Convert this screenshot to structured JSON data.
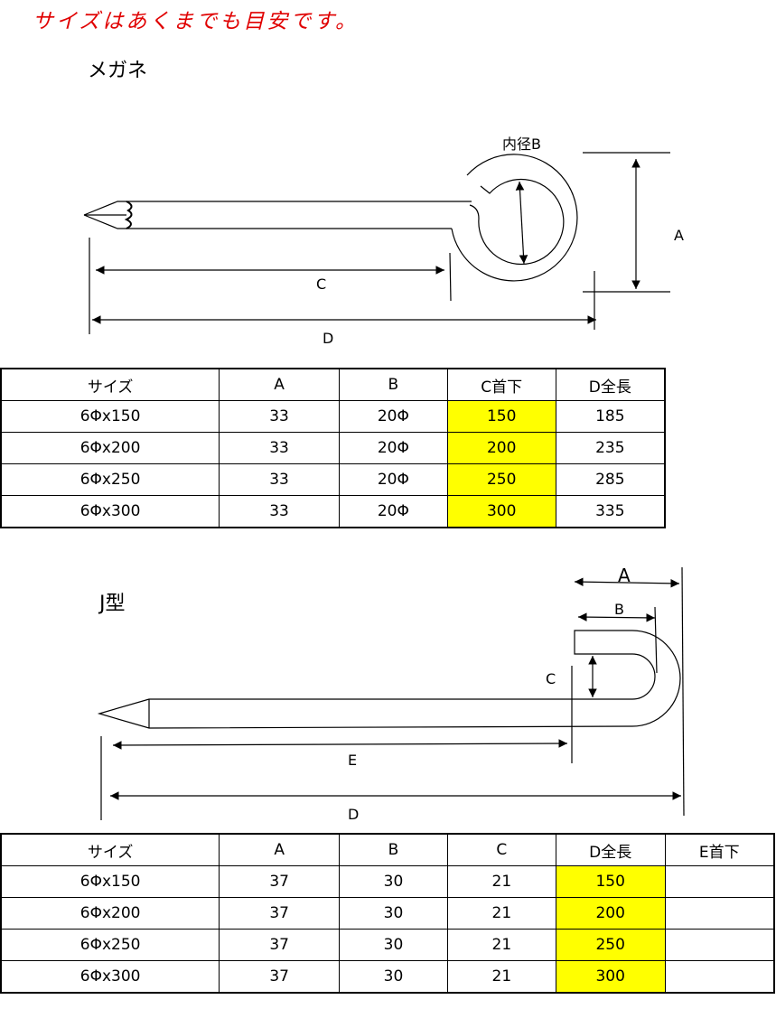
{
  "note": "サイズはあくまでも目安です。",
  "megane": {
    "title": "メガネ",
    "labels": {
      "inner_b": "内径B",
      "a": "A",
      "c": "C",
      "d": "D"
    },
    "headers": [
      "サイズ",
      "A",
      "B",
      "C首下",
      "D全長"
    ],
    "rows": [
      [
        "6Φx150",
        "33",
        "20Φ",
        "150",
        "185"
      ],
      [
        "6Φx200",
        "33",
        "20Φ",
        "200",
        "235"
      ],
      [
        "6Φx250",
        "33",
        "20Φ",
        "250",
        "285"
      ],
      [
        "6Φx300",
        "33",
        "20Φ",
        "300",
        "335"
      ]
    ],
    "highlight_color": "#ffff00"
  },
  "j": {
    "title": "J型",
    "labels": {
      "a": "A",
      "b": "B",
      "c": "C",
      "e": "E",
      "d": "D"
    },
    "headers": [
      "サイズ",
      "A",
      "B",
      "C",
      "D全長",
      "E首下"
    ],
    "rows": [
      [
        "6Φx150",
        "37",
        "30",
        "21",
        "150",
        ""
      ],
      [
        "6Φx200",
        "37",
        "30",
        "21",
        "200",
        ""
      ],
      [
        "6Φx250",
        "37",
        "30",
        "21",
        "250",
        ""
      ],
      [
        "6Φx300",
        "37",
        "30",
        "21",
        "300",
        ""
      ]
    ],
    "highlight_color": "#ffff00"
  }
}
